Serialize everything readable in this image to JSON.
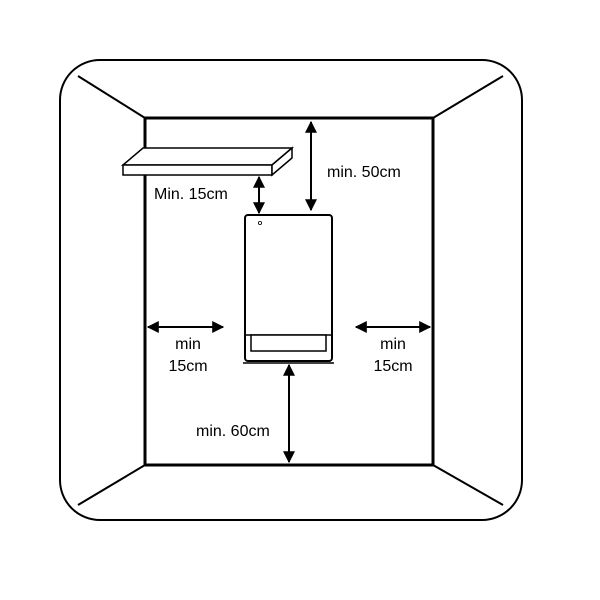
{
  "labels": {
    "shelf_gap": "Min. 15cm",
    "top_gap": "min. 50cm",
    "left_gap_line1": "min",
    "left_gap_line2": "15cm",
    "right_gap_line1": "min",
    "right_gap_line2": "15cm",
    "bottom_gap": "min. 60cm"
  },
  "colors": {
    "stroke": "#000000",
    "background": "#ffffff"
  }
}
